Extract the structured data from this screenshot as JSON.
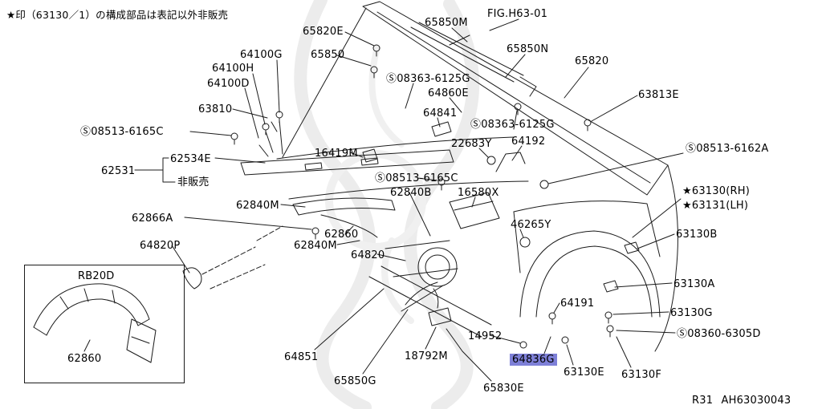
{
  "note": "★印（63130／1）の構成部品は表記以外非販売",
  "footer": "R31 AH63030043",
  "inset": {
    "title": "RB20D",
    "part_label": "62860"
  },
  "highlight": {
    "text": "64836G",
    "color": "#7e80d8"
  },
  "line_color": "#1b1b1b",
  "labels": [
    "65820E",
    "65850M",
    "FIG.H63-01",
    "65850",
    "65850N",
    "65820",
    "64100G",
    "64100H",
    "64100D",
    "Ⓢ08363-6125G",
    "64860E",
    "63813E",
    "63810",
    "64841",
    "Ⓢ08363-6125G",
    "Ⓢ08513-6165C",
    "22683Y",
    "64192",
    "Ⓢ08513-6162A",
    "16419M",
    "62534E",
    "62531",
    "非販売",
    "Ⓢ08513-6165C",
    "62840B",
    "16580X",
    "★63130(RH)",
    "★63131(LH)",
    "62840M",
    "62866A",
    "46265Y",
    "63130B",
    "62860",
    "62840M",
    "64820",
    "64820P",
    "63130A",
    "64191",
    "63130G",
    "Ⓢ08360-6305D",
    "14952",
    "64851",
    "18792M",
    "63130E",
    "63130F",
    "65850G",
    "65830E"
  ]
}
